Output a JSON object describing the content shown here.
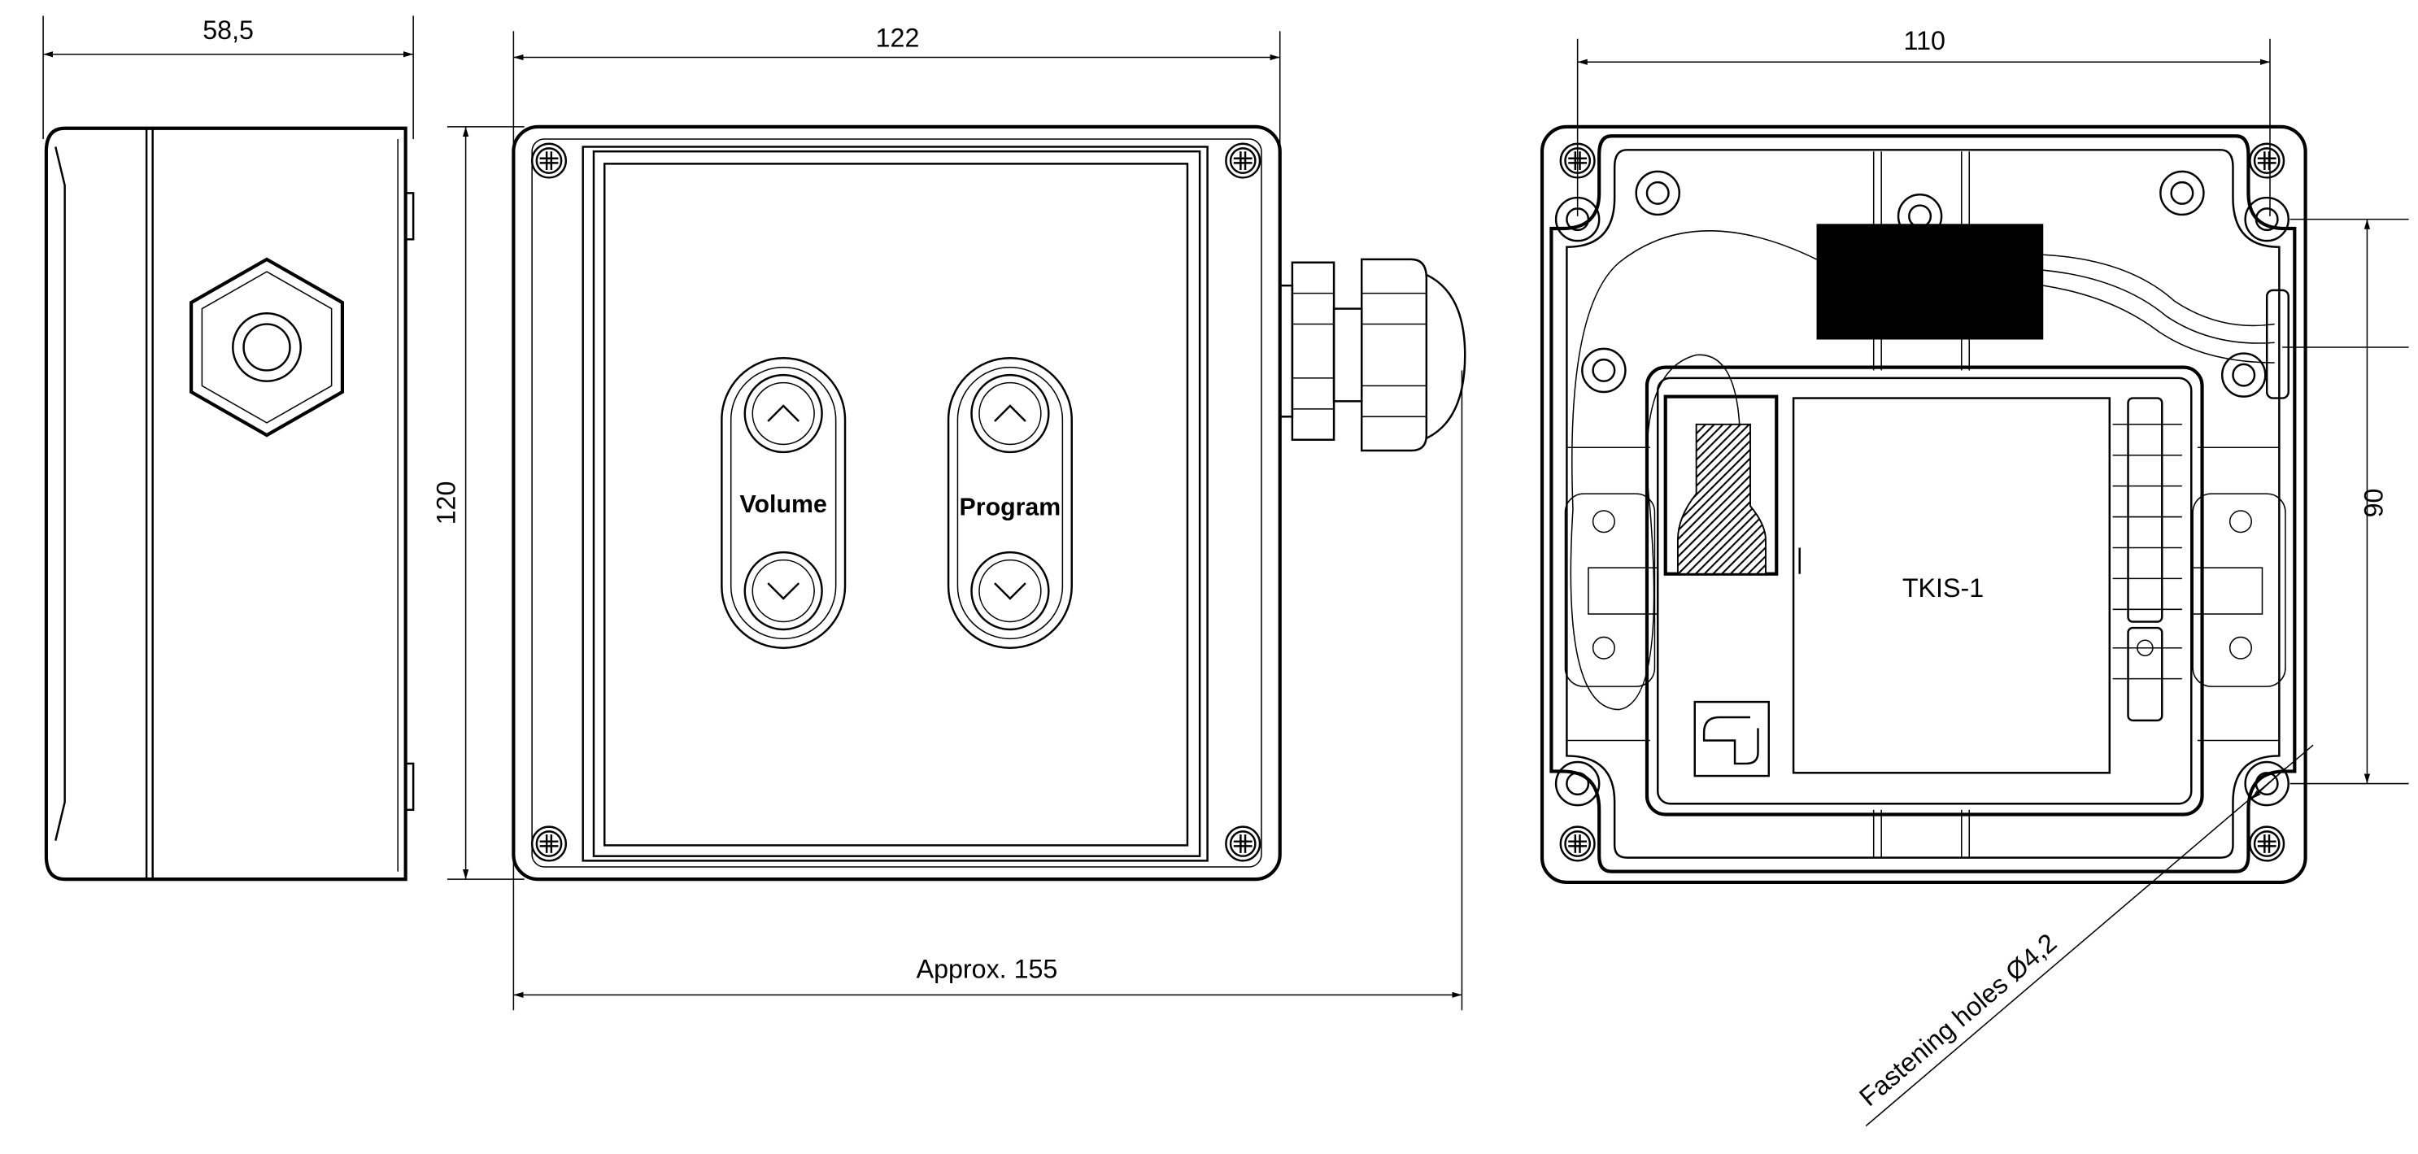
{
  "side_view": {
    "width_dim": "58,5"
  },
  "front_view": {
    "width_dim": "122",
    "height_dim": "120",
    "overall_dim": "Approx. 155",
    "buttons": [
      {
        "label": "Volume",
        "up": "volume-up",
        "down": "volume-down"
      },
      {
        "label": "Program",
        "up": "program-up",
        "down": "program-down"
      }
    ]
  },
  "back_view": {
    "hole_spacing_width": "110",
    "hole_spacing_height": "90",
    "module_label": "TKIS-1",
    "fastening_note": "Fastening holes Ø4,2"
  }
}
